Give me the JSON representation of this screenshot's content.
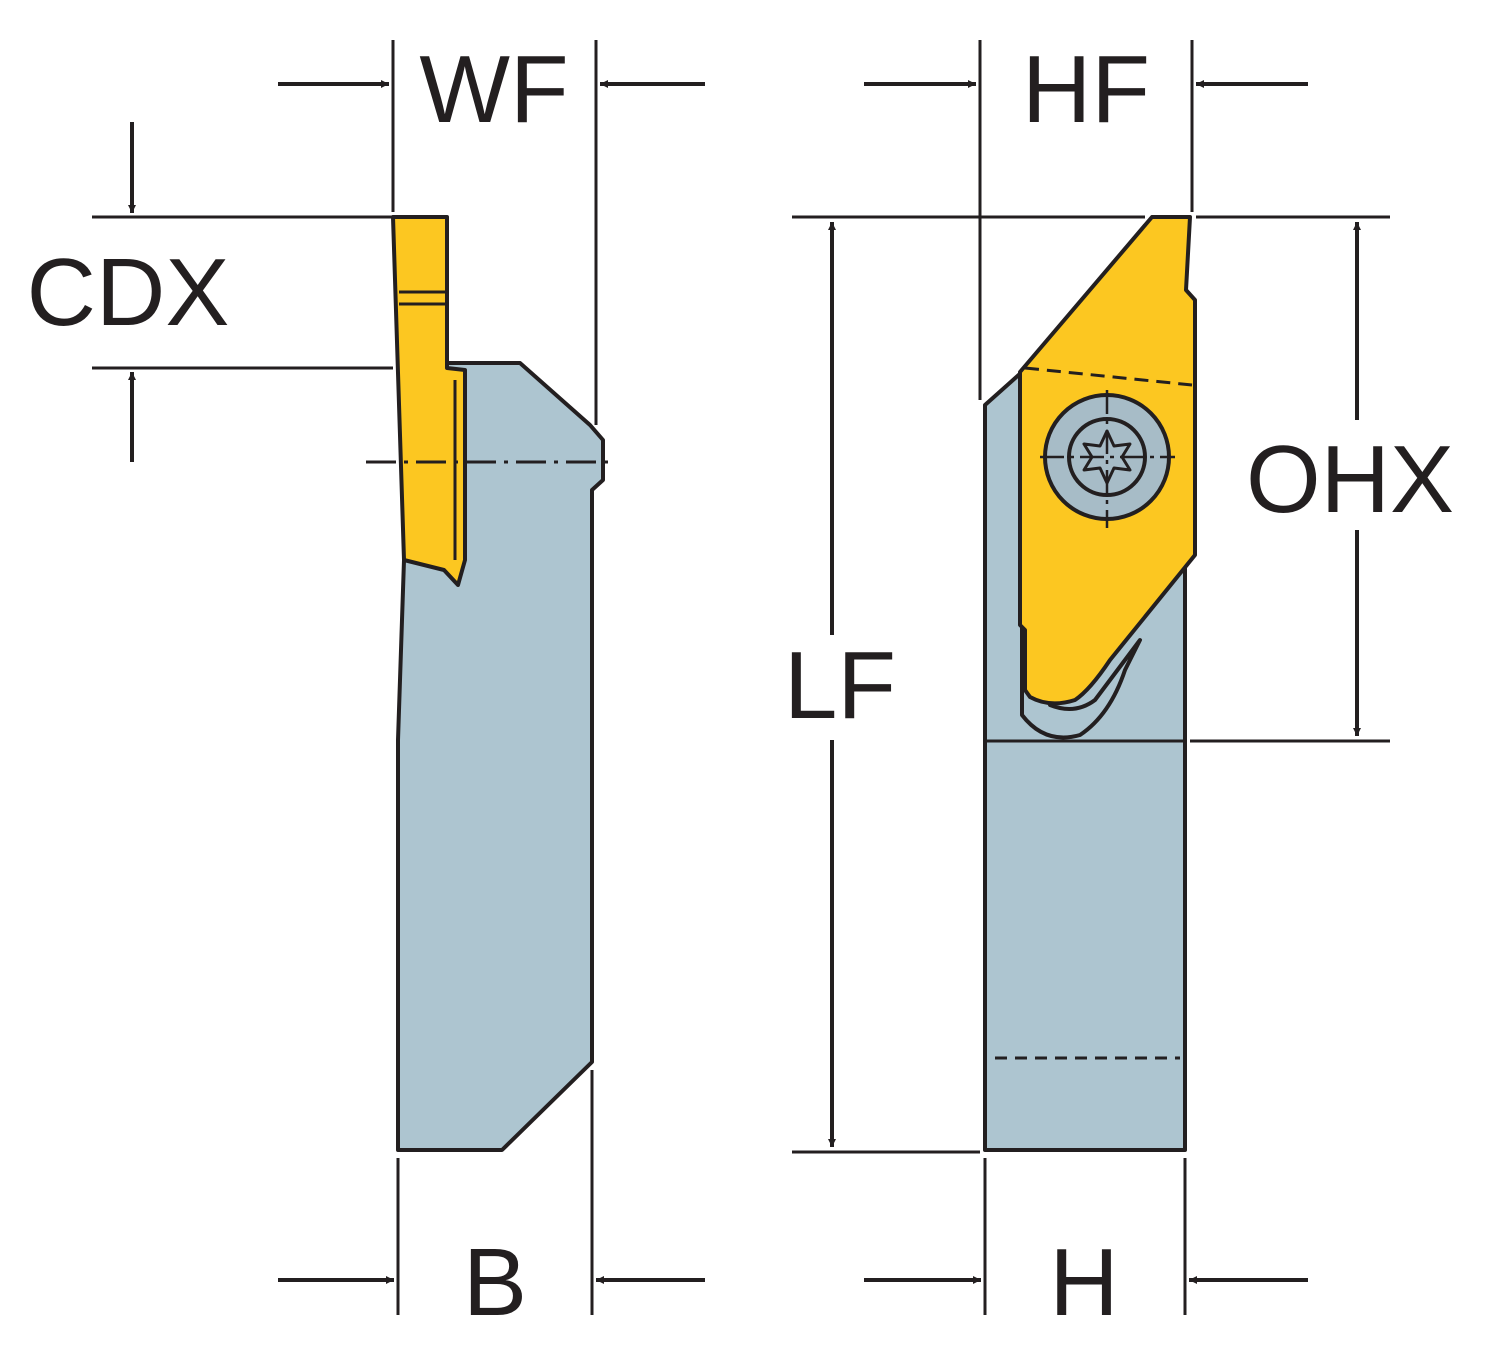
{
  "labels": {
    "wf": "WF",
    "hf": "HF",
    "cdx": "CDX",
    "lf": "LF",
    "ohx": "OHX",
    "b": "B",
    "h": "H"
  },
  "colors": {
    "holder": "#adc5d0",
    "insert": "#fcc721",
    "line": "#231f20",
    "screw": "#a7bcc7"
  }
}
